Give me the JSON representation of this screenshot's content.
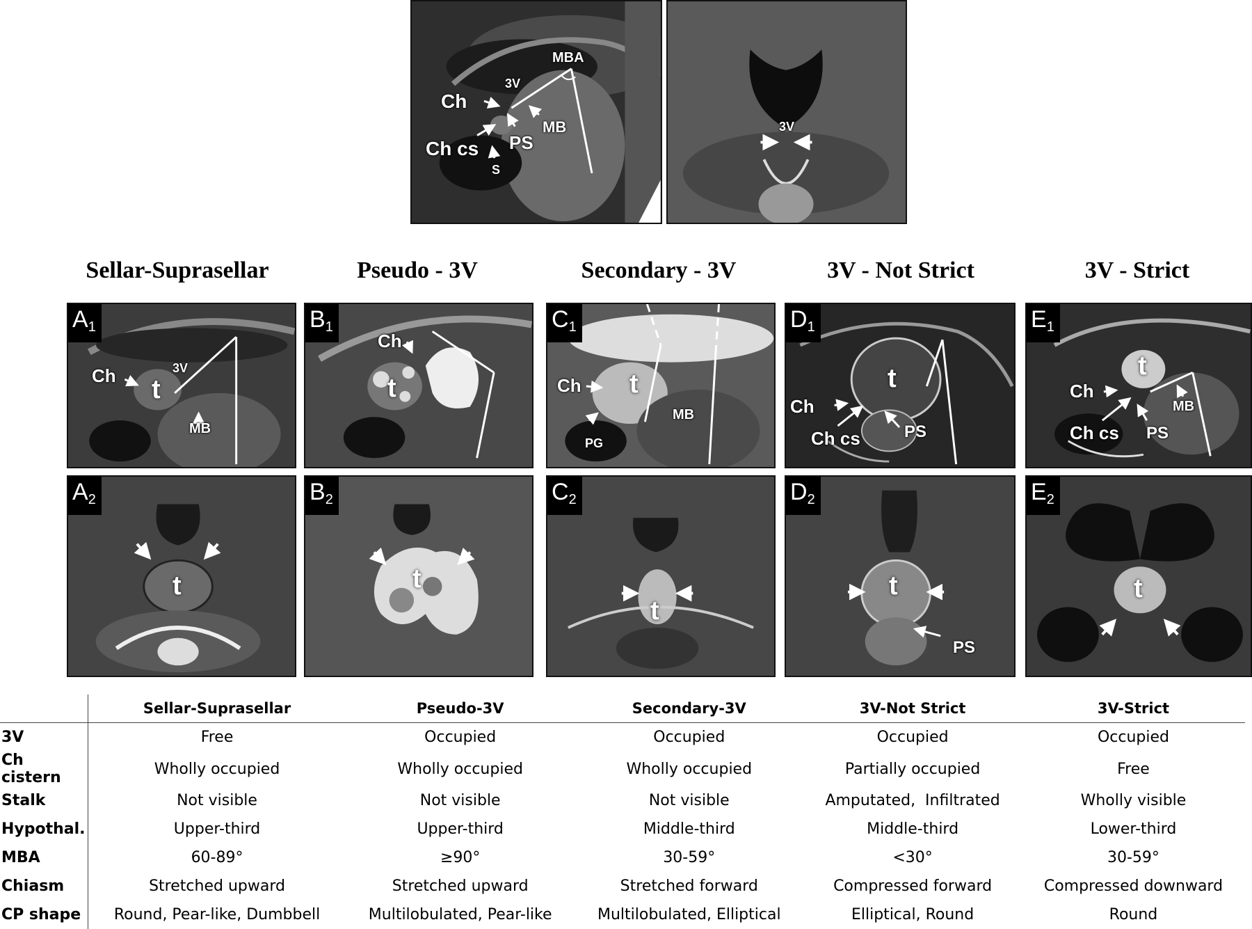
{
  "top_panels": {
    "sagittal": {
      "labels": {
        "mba": "MBA",
        "v3": "3V",
        "ch": "Ch",
        "mb": "MB",
        "chcs": "Ch cs",
        "ps": "PS",
        "s": "S"
      }
    },
    "coronal": {
      "labels": {
        "v3": "3V"
      }
    }
  },
  "columns": [
    {
      "title": "Sellar-Suprasellar",
      "panel1": {
        "letter": "A",
        "sub": "1",
        "labels": {
          "ch": "Ch",
          "v3": "3V",
          "t": "t",
          "mb": "MB"
        }
      },
      "panel2": {
        "letter": "A",
        "sub": "2",
        "labels": {
          "t": "t"
        }
      }
    },
    {
      "title": "Pseudo - 3V",
      "panel1": {
        "letter": "B",
        "sub": "1",
        "labels": {
          "ch": "Ch",
          "t": "t"
        }
      },
      "panel2": {
        "letter": "B",
        "sub": "2",
        "labels": {
          "t": "t"
        }
      }
    },
    {
      "title": "Secondary - 3V",
      "panel1": {
        "letter": "C",
        "sub": "1",
        "labels": {
          "ch": "Ch",
          "t": "t",
          "mb": "MB",
          "pg": "PG"
        }
      },
      "panel2": {
        "letter": "C",
        "sub": "2",
        "labels": {
          "t": "t"
        }
      }
    },
    {
      "title": "3V - Not Strict",
      "panel1": {
        "letter": "D",
        "sub": "1",
        "labels": {
          "ch": "Ch",
          "t": "t",
          "chcs": "Ch cs",
          "ps": "PS"
        }
      },
      "panel2": {
        "letter": "D",
        "sub": "2",
        "labels": {
          "t": "t",
          "ps": "PS"
        }
      }
    },
    {
      "title": "3V - Strict",
      "panel1": {
        "letter": "E",
        "sub": "1",
        "labels": {
          "ch": "Ch",
          "t": "t",
          "mb": "MB",
          "chcs": "Ch cs",
          "ps": "PS"
        }
      },
      "panel2": {
        "letter": "E",
        "sub": "2",
        "labels": {
          "t": "t"
        }
      }
    }
  ],
  "table": {
    "headers": [
      "Sellar-Suprasellar",
      "Pseudo-3V",
      "Secondary-3V",
      "3V-Not Strict",
      "3V-Strict"
    ],
    "rows": [
      {
        "label": "3V",
        "cells": [
          "Free",
          "Occupied",
          "Occupied",
          "Occupied",
          "Occupied"
        ]
      },
      {
        "label": "Ch cistern",
        "cells": [
          "Wholly occupied",
          "Wholly occupied",
          "Wholly occupied",
          "Partially occupied",
          "Free"
        ]
      },
      {
        "label": "Stalk",
        "cells": [
          "Not visible",
          "Not visible",
          "Not visible",
          "Amputated,  Infiltrated",
          "Wholly visible"
        ]
      },
      {
        "label": "Hypothal.",
        "cells": [
          "Upper-third",
          "Upper-third",
          "Middle-third",
          "Middle-third",
          "Lower-third"
        ]
      },
      {
        "label": "MBA",
        "cells": [
          "60-89°",
          "≥90°",
          "30-59°",
          "<30°",
          "30-59°"
        ]
      },
      {
        "label": "Chiasm",
        "cells": [
          "Stretched upward",
          "Stretched upward",
          "Stretched forward",
          "Compressed forward",
          "Compressed downward"
        ]
      },
      {
        "label": "CP shape",
        "cells": [
          "Round, Pear-like, Dumbbell",
          "Multilobulated, Pear-like",
          "Multilobulated, Elliptical",
          "Elliptical, Round",
          "Round"
        ]
      }
    ]
  }
}
